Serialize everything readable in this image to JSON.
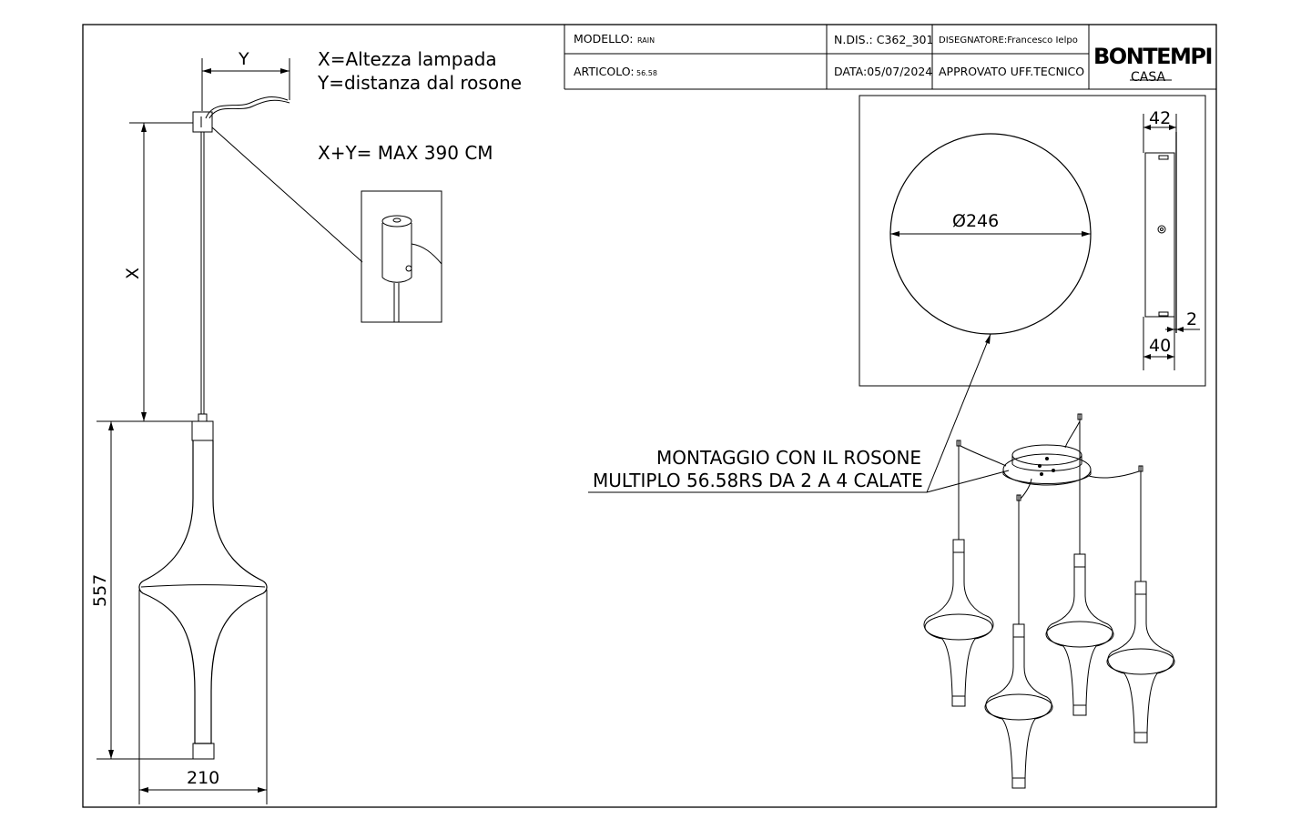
{
  "title_block": {
    "modello_label": "MODELLO:",
    "modello_value": "RAIN",
    "articolo_label": "ARTICOLO:",
    "articolo_value": "56.58",
    "ndis": "N.DIS.: C362_301",
    "data": "DATA:05/07/2024",
    "disegnatore": "DISEGNATORE:Francesco Ielpo",
    "approvato": "APPROVATO UFF.TECNICO",
    "logo_top": "BONTEMPI",
    "logo_bottom": "CASA"
  },
  "notes": {
    "line1": "X=Altezza lampada",
    "line2": "Y=distanza dal rosone",
    "max": "X+Y= MAX 390 CM"
  },
  "dimensions": {
    "y": "Y",
    "x": "X",
    "height": "557",
    "width": "210",
    "diameter": "Ø246",
    "depth_top": "42",
    "depth_bottom": "40",
    "thickness": "2"
  },
  "montaggio": {
    "line1": "MONTAGGIO CON IL ROSONE",
    "line2": "MULTIPLO 56.58RS DA 2 A 4 CALATE"
  }
}
